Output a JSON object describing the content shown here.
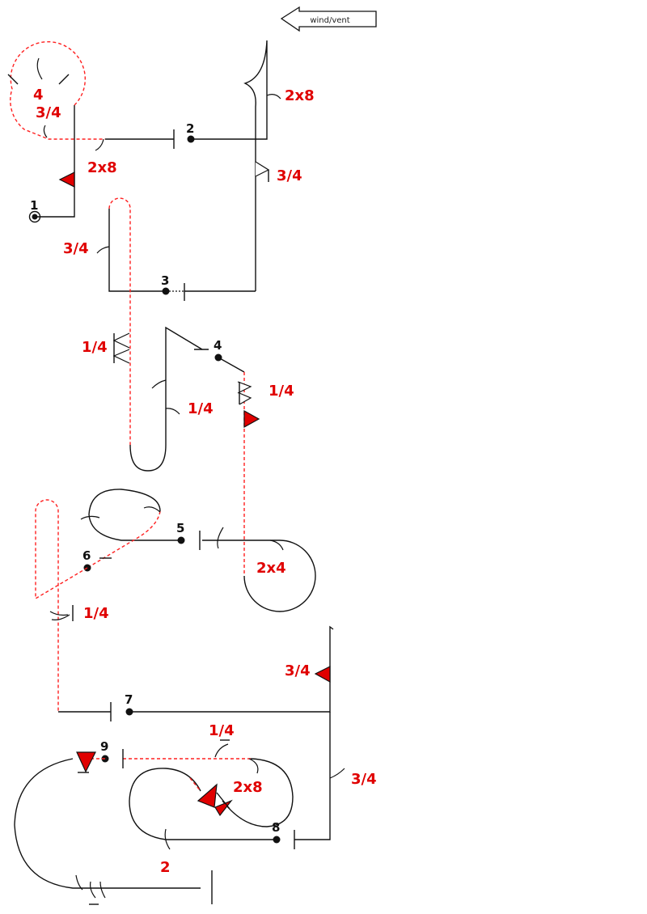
{
  "wind": {
    "label": "wind/vent"
  },
  "elements": [
    {
      "number": "1",
      "label": "4"
    },
    {
      "number": "",
      "label": "3/4"
    },
    {
      "number": "",
      "label": "2x8"
    },
    {
      "number": "2",
      "label": "2x8"
    },
    {
      "number": "",
      "label": "3/4"
    },
    {
      "number": "3",
      "label": "3/4"
    },
    {
      "number": "",
      "label": "1/4"
    },
    {
      "number": "4",
      "label": "1/4"
    },
    {
      "number": "",
      "label": "1/4"
    },
    {
      "number": "5",
      "label": "2x4"
    },
    {
      "number": "6",
      "label": "1/4"
    },
    {
      "number": "7",
      "label": "3/4"
    },
    {
      "number": "",
      "label": "3/4"
    },
    {
      "number": "8",
      "label": "2x8"
    },
    {
      "number": "",
      "label": "1/4"
    },
    {
      "number": "9",
      "label": "2"
    }
  ],
  "colors": {
    "line": "#111111",
    "maneuver": "#ff2020",
    "label": "#e00000",
    "flag": "#e00000"
  }
}
